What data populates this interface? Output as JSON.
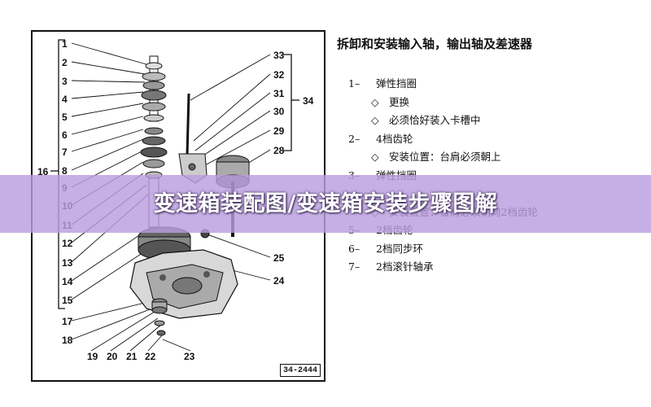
{
  "diagram": {
    "labels_left": [
      "1",
      "2",
      "3",
      "4",
      "5",
      "6",
      "7",
      "8",
      "9",
      "10",
      "11",
      "12",
      "13",
      "14",
      "15",
      "16",
      "17",
      "18"
    ],
    "labels_bottom": [
      "19",
      "20",
      "21",
      "22",
      "23"
    ],
    "labels_right": [
      "33",
      "32",
      "31",
      "30",
      "29",
      "28",
      "25",
      "24"
    ],
    "group_label": "34",
    "ref_code": "34-2444"
  },
  "text": {
    "title": "拆卸和安装输入轴，输出轴及差速器",
    "rows": [
      {
        "no": "1–",
        "text": "弹性挡圈",
        "sub": false
      },
      {
        "no": "◇",
        "text": "更换",
        "sub": true
      },
      {
        "no": "◇",
        "text": "必须恰好装入卡槽中",
        "sub": true
      },
      {
        "no": "2–",
        "text": "4档齿轮",
        "sub": false
      },
      {
        "no": "◇",
        "text": "安装位置：台肩必须朝上",
        "sub": true
      },
      {
        "no": "3–",
        "text": "弹性挡圈",
        "sub": false
      },
      {
        "no": "◇",
        "text": "",
        "sub": true
      },
      {
        "no": "◇",
        "text": "安装位置：台肩必须朝向2档齿轮",
        "sub": true
      },
      {
        "no": "5–",
        "text": "2档齿轮",
        "sub": false
      },
      {
        "no": "6–",
        "text": "2档同步环",
        "sub": false
      },
      {
        "no": "7–",
        "text": "2档滚针轴承",
        "sub": false
      }
    ]
  },
  "banner": {
    "text": "变速箱装配图/变速箱安装步骤图解",
    "color": "#b99ede"
  }
}
